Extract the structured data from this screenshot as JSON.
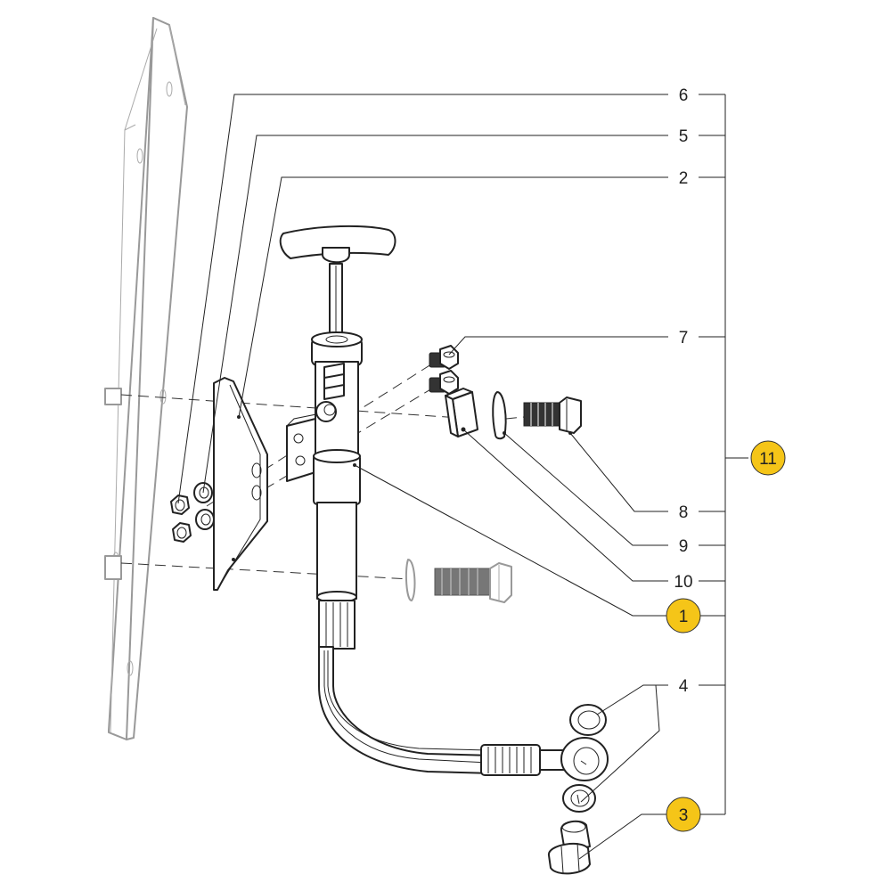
{
  "callouts": [
    {
      "id": "c6",
      "text": "6",
      "highlighted": false
    },
    {
      "id": "c5",
      "text": "5",
      "highlighted": false
    },
    {
      "id": "c2",
      "text": "2",
      "highlighted": false
    },
    {
      "id": "c7",
      "text": "7",
      "highlighted": false
    },
    {
      "id": "c11",
      "text": "11",
      "highlighted": true
    },
    {
      "id": "c8",
      "text": "8",
      "highlighted": false
    },
    {
      "id": "c9",
      "text": "9",
      "highlighted": false
    },
    {
      "id": "c10",
      "text": "10",
      "highlighted": false
    },
    {
      "id": "c1",
      "text": "1",
      "highlighted": true
    },
    {
      "id": "c4",
      "text": "4",
      "highlighted": false
    },
    {
      "id": "c3",
      "text": "3",
      "highlighted": true
    }
  ],
  "colors": {
    "highlight_fill": "#f5c518",
    "highlight_stroke": "#333333",
    "line": "#222222",
    "ghost": "#999999"
  }
}
